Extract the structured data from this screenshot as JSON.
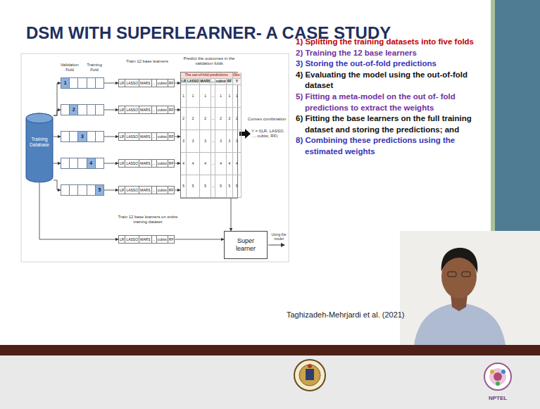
{
  "diagram": {
    "title": "DSM WITH SUPERLEARNER- A CASE STUDY",
    "nodes": [
      {
        "text": [
          "Training Database"
        ]
      },
      {
        "text": [
          "1"
        ]
      },
      {
        "text": [
          "2"
        ]
      },
      {
        "text": [
          "3"
        ]
      },
      {
        "text": [
          "4"
        ]
      },
      {
        "text": [
          "5"
        ]
      },
      {
        "text": [
          "LR",
          "LASSO",
          "MARS",
          "...",
          "cubist",
          "RF"
        ]
      },
      {
        "text": [
          "LR",
          "LASSO",
          "MARS",
          "...",
          "cubist",
          "RF"
        ]
      },
      {
        "text": [
          "LR",
          "LASSO",
          "MARS",
          "...",
          "cubist",
          "RF"
        ]
      },
      {
        "text": [
          "LR",
          "LASSO",
          "MARS",
          "...",
          "cubist",
          "RF"
        ]
      },
      {
        "text": [
          "LR",
          "LASSO",
          "MARS",
          "...",
          "cubist",
          "RF"
        ]
      },
      {
        "text": [
          "The out-of-fold predictions",
          "Obs.",
          "LR",
          "LASSO",
          "MARS",
          "...",
          "cubist",
          "RF",
          "Y",
          "1",
          "1",
          "1",
          "...",
          "1",
          "1",
          "1",
          "2",
          "2",
          "2",
          "...",
          "2",
          "2",
          "2",
          "3",
          "3",
          "3",
          "...",
          "3",
          "3",
          "3",
          "4",
          "4",
          "4",
          "...",
          "4",
          "4",
          "4",
          "5",
          "5",
          "5",
          "...",
          "5",
          "5",
          "5"
        ]
      },
      {
        "text": [
          "LR",
          "LASSO",
          "MARS",
          "...",
          "cubist",
          "RF"
        ]
      },
      {
        "text": [
          "Super learner"
        ]
      }
    ],
    "edges": [
      {
        "from": 0,
        "to": 1,
        "arrow": "to"
      },
      {
        "from": 0,
        "to": 2,
        "arrow": "to"
      },
      {
        "from": 0,
        "to": 3,
        "arrow": "to"
      },
      {
        "from": 0,
        "to": 4,
        "arrow": "to"
      },
      {
        "from": 0,
        "to": 5,
        "arrow": "to"
      },
      {
        "from": 1,
        "to": 6,
        "arrow": "to"
      },
      {
        "from": 2,
        "to": 7,
        "arrow": "to"
      },
      {
        "from": 3,
        "to": 8,
        "arrow": "to"
      },
      {
        "from": 4,
        "to": 9,
        "arrow": "to"
      },
      {
        "from": 5,
        "to": 10,
        "arrow": "to"
      },
      {
        "from": 6,
        "to": 11,
        "arrow": "to"
      },
      {
        "from": 7,
        "to": 11,
        "arrow": "to"
      },
      {
        "from": 8,
        "to": 11,
        "arrow": "to"
      },
      {
        "from": 9,
        "to": 11,
        "arrow": "to"
      },
      {
        "from": 10,
        "to": 11,
        "arrow": "to"
      },
      {
        "from": 11,
        "to": 13,
        "arrow": "to"
      },
      {
        "from": 0,
        "to": 12,
        "arrow": "to"
      },
      {
        "from": 12,
        "to": 13,
        "arrow": "to"
      }
    ],
    "labels": [
      "Validation Fold",
      "Training Fold",
      "Train 12 base learners",
      "Predict the outcomes in the validation folds",
      "Convex combination",
      "Y = f(LR, LASSO, ..., cubist, RF)",
      "Train 12 base learners on entire training dataset",
      "Using the model",
      "1) Splitting the training datasets into five folds",
      "2) Training the 12 base learners",
      "3) Storing the out-of-fold predictions",
      "4) Evaluating the model using the out-of-fold dataset",
      "5) Fitting a meta-model on the out of- fold predictions to extract the weights",
      "6) Fitting the base learners on the full training dataset and storing the predictions; and",
      "8) Combining these predictions using the estimated weights",
      "Taghizadeh-Mehrjardi et al. (2021)",
      "NPTEL"
    ]
  }
}
